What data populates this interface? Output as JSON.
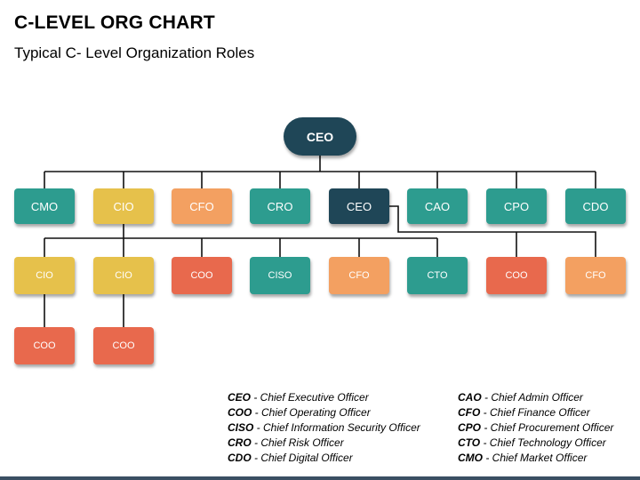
{
  "header": {
    "title": "C-LEVEL ORG CHART",
    "subtitle": "Typical C- Level Organization Roles"
  },
  "nodes": {
    "root": "CEO",
    "l1": [
      "CMO",
      "CIO",
      "CFO",
      "CRO",
      "CEO",
      "CAO",
      "CPO",
      "CDO"
    ],
    "l2": [
      "CIO",
      "CIO",
      "COO",
      "CISO",
      "CFO",
      "CTO",
      "COO",
      "CFO"
    ],
    "l3": [
      "COO",
      "COO"
    ]
  },
  "colors": {
    "teal": "#2d9c8f",
    "yellow": "#e6c14b",
    "orange": "#f3a061",
    "navy": "#1f4657",
    "red": "#e8694d"
  },
  "legend": {
    "left": [
      {
        "abbr": "CEO",
        "desc": " - Chief  Executive Officer"
      },
      {
        "abbr": "COO",
        "desc": " - Chief Operating Officer"
      },
      {
        "abbr": "CISO",
        "desc": " - Chief Information Security Officer"
      },
      {
        "abbr": "CRO",
        "desc": " - Chief Risk Officer"
      },
      {
        "abbr": "CDO",
        "desc": " - Chief Digital Officer"
      }
    ],
    "right": [
      {
        "abbr": "CAO",
        "desc": " - Chief Admin Officer"
      },
      {
        "abbr": "CFO",
        "desc": " - Chief Finance Officer"
      },
      {
        "abbr": "CPO",
        "desc": " - Chief Procurement Officer"
      },
      {
        "abbr": "CTO",
        "desc": " - Chief Technology Officer"
      },
      {
        "abbr": "CMO",
        "desc": " - Chief Market Officer"
      }
    ]
  }
}
